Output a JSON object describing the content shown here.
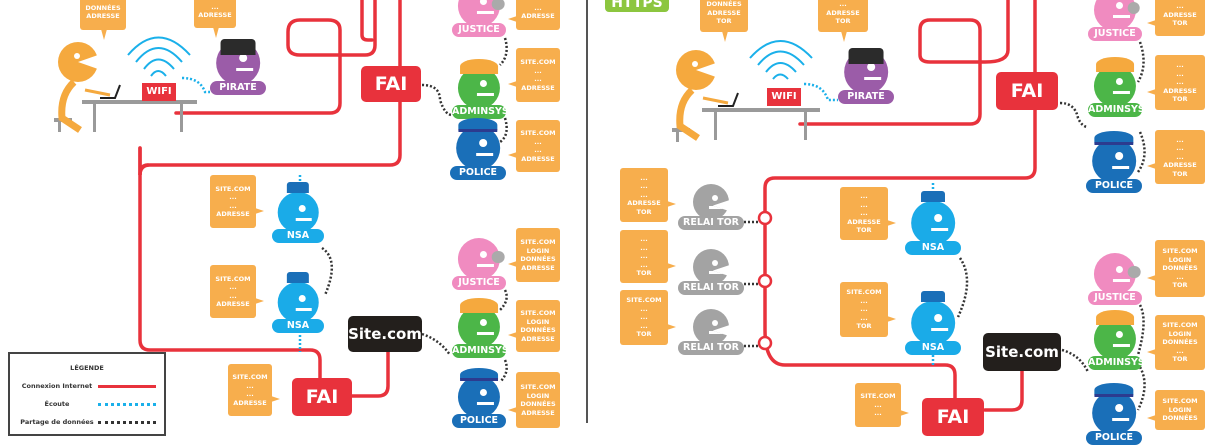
{
  "colors": {
    "internet": "#e8323c",
    "ecoute": "#1ab0ea",
    "partage": "#333333",
    "bubble": "#f7ae4d"
  },
  "left": {
    "wifi": "WIFI",
    "fai_top": "FAI",
    "fai_bottom": "FAI",
    "site": "Site.com",
    "bubbles": [
      [
        "DONNÉES",
        "ADRESSE"
      ],
      [
        "...",
        "ADRESSE"
      ],
      [
        "...",
        "ADRESSE"
      ],
      [
        "SITE.COM",
        "...",
        "...",
        "ADRESSE"
      ],
      [
        "SITE.COM",
        "...",
        "...",
        "ADRESSE"
      ],
      [
        "SITE.COM",
        "...",
        "...",
        "ADRESSE"
      ],
      [
        "SITE.COM",
        "...",
        "...",
        "ADRESSE"
      ],
      [
        "SITE.COM",
        "LOGIN",
        "DONNÉES",
        "ADRESSE"
      ],
      [
        "SITE.COM",
        "LOGIN",
        "DONNÉES",
        "ADRESSE"
      ],
      [
        "SITE.COM",
        "LOGIN",
        "DONNÉES",
        "ADRESSE"
      ],
      [
        "SITE.COM",
        "...",
        "...",
        "ADRESSE"
      ]
    ],
    "characters": [
      "PIRATE",
      "JUSTICE",
      "ADMINSYS",
      "POLICE",
      "NSA",
      "NSA",
      "JUSTICE",
      "ADMINSYS",
      "POLICE"
    ],
    "legend": {
      "title": "LÉGENDE",
      "items": [
        "Connexion Internet",
        "Écoute",
        "Partage de données"
      ]
    }
  },
  "right": {
    "badge": "HTTPS",
    "wifi": "WIFI",
    "fai_top": "FAI",
    "fai_bottom": "FAI",
    "site": "Site.com",
    "bubbles": [
      [
        "DONNÉES",
        "ADRESSE",
        "TOR"
      ],
      [
        "...",
        "ADRESSE",
        "TOR"
      ],
      [
        "...",
        "ADRESSE",
        "TOR"
      ],
      [
        "...",
        "...",
        "...",
        "ADRESSE",
        "TOR"
      ],
      [
        "...",
        "...",
        "...",
        "ADRESSE",
        "TOR"
      ],
      [
        "...",
        "...",
        "...",
        "ADRESSE",
        "TOR"
      ],
      [
        "...",
        "...",
        "...",
        "...",
        "TOR"
      ],
      [
        "SITE.COM",
        "...",
        "...",
        "...",
        "TOR"
      ],
      [
        "...",
        "...",
        "...",
        "ADRESSE",
        "TOR"
      ],
      [
        "SITE.COM",
        "...",
        "...",
        "...",
        "TOR"
      ],
      [
        "SITE.COM",
        "LOGIN",
        "DONNÉES",
        "...",
        "TOR"
      ],
      [
        "SITE.COM",
        "LOGIN",
        "DONNÉES",
        "...",
        "TOR"
      ],
      [
        "SITE.COM",
        "LOGIN",
        "DONNÉES"
      ],
      [
        "SITE.COM",
        "...",
        "..."
      ]
    ],
    "characters": [
      "PIRATE",
      "JUSTICE",
      "ADMINSYS",
      "POLICE",
      "RELAI TOR",
      "RELAI TOR",
      "RELAI TOR",
      "NSA",
      "NSA",
      "JUSTICE",
      "ADMINSYS",
      "POLICE"
    ]
  }
}
